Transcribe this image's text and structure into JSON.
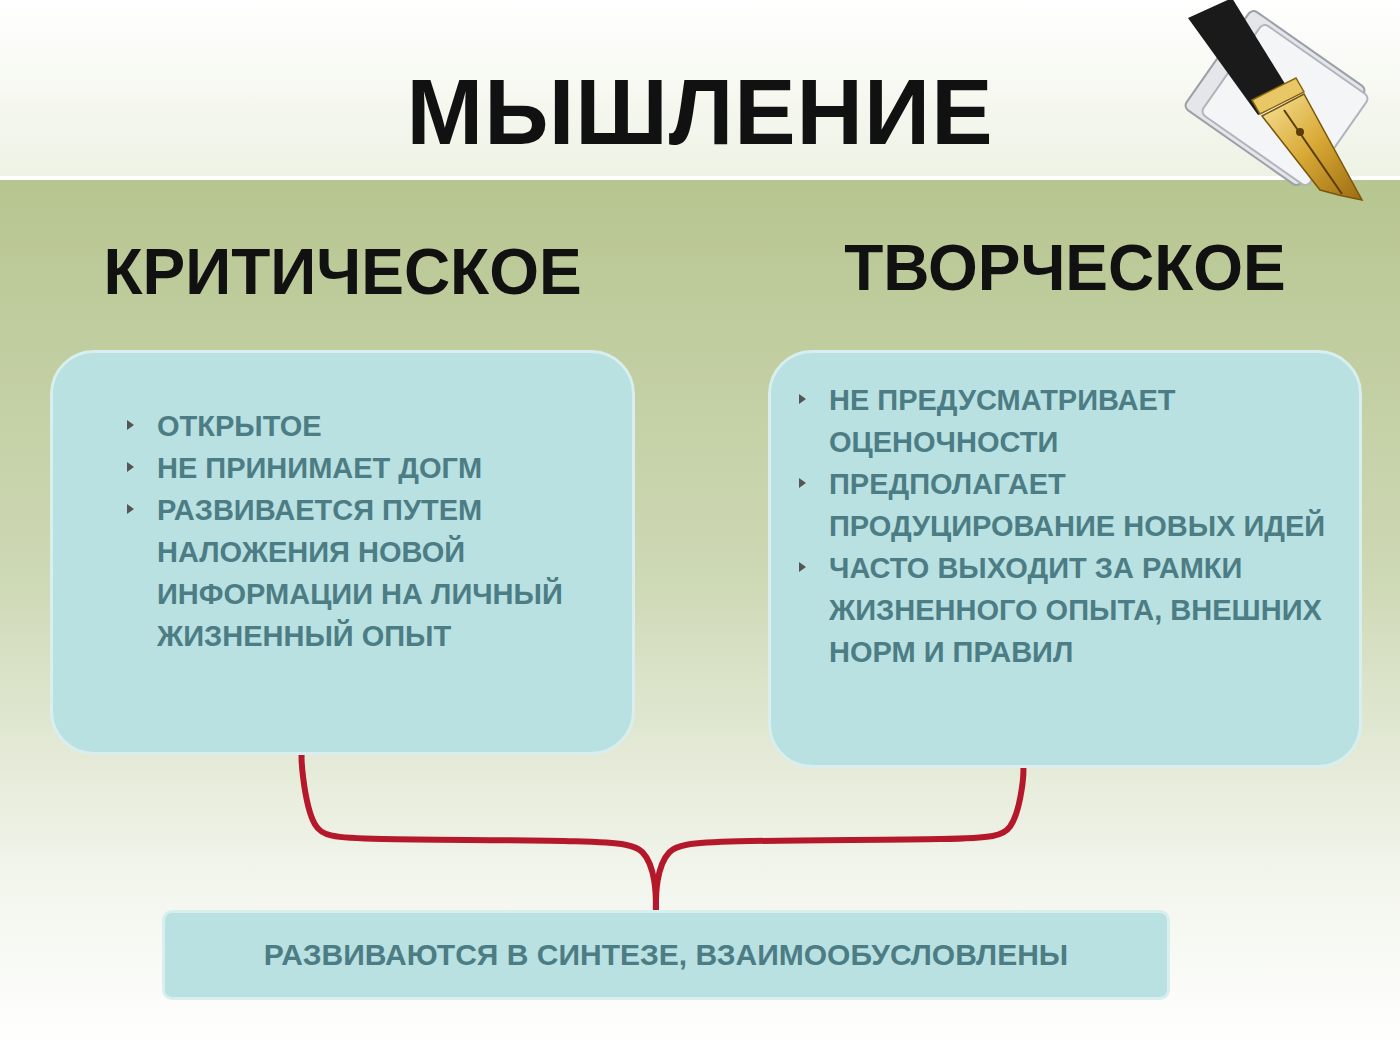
{
  "diagram": {
    "title": "МЫШЛЕНИЕ",
    "nodes": [
      {
        "text": [
          "КРИТИЧЕСКОЕ",
          "ОТКРЫТОЕ",
          "НЕ ПРИНИМАЕТ ДОГМ",
          "РАЗВИВАЕТСЯ ПУТЕМ НАЛОЖЕНИЯ НОВОЙ ИНФОРМАЦИИ НА ЛИЧНЫЙ ЖИЗНЕННЫЙ ОПЫТ"
        ]
      },
      {
        "text": [
          "ТВОРЧЕСКОЕ",
          "НЕ ПРЕДУСМАТРИВАЕТ ОЦЕНОЧНОСТИ",
          "ПРЕДПОЛАГАЕТ ПРОДУЦИРОВАНИЕ НОВЫХ ИДЕЙ",
          "ЧАСТО ВЫХОДИТ ЗА РАМКИ ЖИЗНЕННОГО ОПЫТА, ВНЕШНИХ НОРМ И ПРАВИЛ"
        ]
      },
      {
        "text": [
          "РАЗВИВАЮТСЯ В СИНТЕЗЕ, ВЗАИМООБУСЛОВЛЕНЫ"
        ]
      }
    ],
    "edges": [
      {
        "from": 0,
        "to": 2,
        "arrow": "none"
      },
      {
        "from": 1,
        "to": 2,
        "arrow": "none"
      }
    ]
  }
}
